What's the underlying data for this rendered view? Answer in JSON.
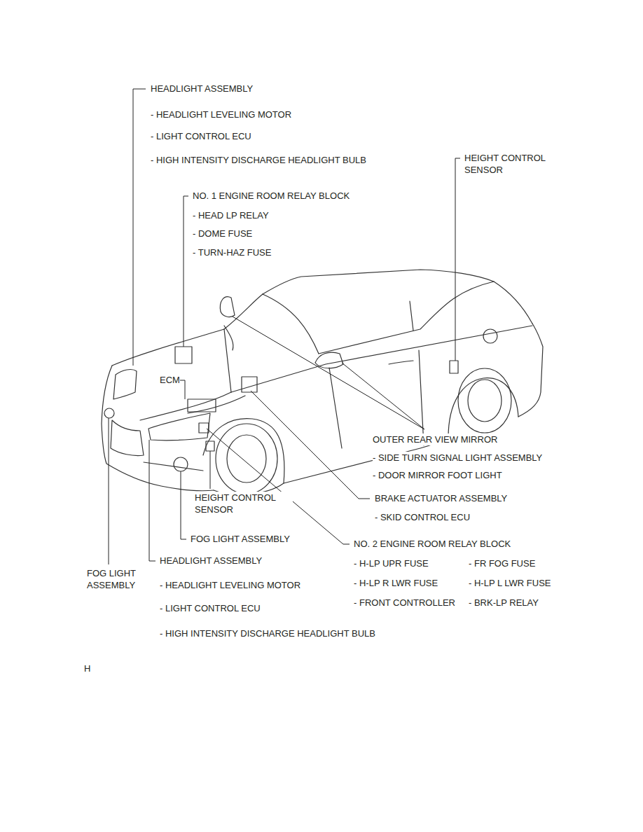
{
  "diagram": {
    "labels": [
      "HEADLIGHT ASSEMBLY",
      "- HEADLIGHT LEVELING MOTOR",
      "- LIGHT CONTROL ECU",
      "- HIGH INTENSITY DISCHARGE HEADLIGHT BULB",
      "HEIGHT CONTROL SENSOR",
      "NO. 1 ENGINE ROOM RELAY BLOCK",
      "- HEAD LP RELAY",
      "- DOME FUSE",
      "- TURN-HAZ FUSE",
      "ECM",
      "OUTER REAR VIEW MIRROR",
      "- SIDE TURN SIGNAL LIGHT ASSEMBLY",
      "- DOOR MIRROR FOOT LIGHT",
      "BRAKE ACTUATOR ASSEMBLY",
      "- SKID CONTROL ECU",
      "HEIGHT CONTROL SENSOR",
      "FOG LIGHT ASSEMBLY",
      "NO. 2 ENGINE ROOM RELAY BLOCK",
      "- H-LP UPR FUSE",
      "- FR FOG FUSE",
      "- H-LP R LWR FUSE",
      "- H-LP L LWR FUSE",
      "- FRONT CONTROLLER",
      "- BRK-LP RELAY",
      "FOG LIGHT ASSEMBLY",
      "HEADLIGHT ASSEMBLY",
      "- HEADLIGHT LEVELING MOTOR",
      "- LIGHT CONTROL ECU",
      "- HIGH INTENSITY DISCHARGE HEADLIGHT BULB",
      "H"
    ]
  }
}
